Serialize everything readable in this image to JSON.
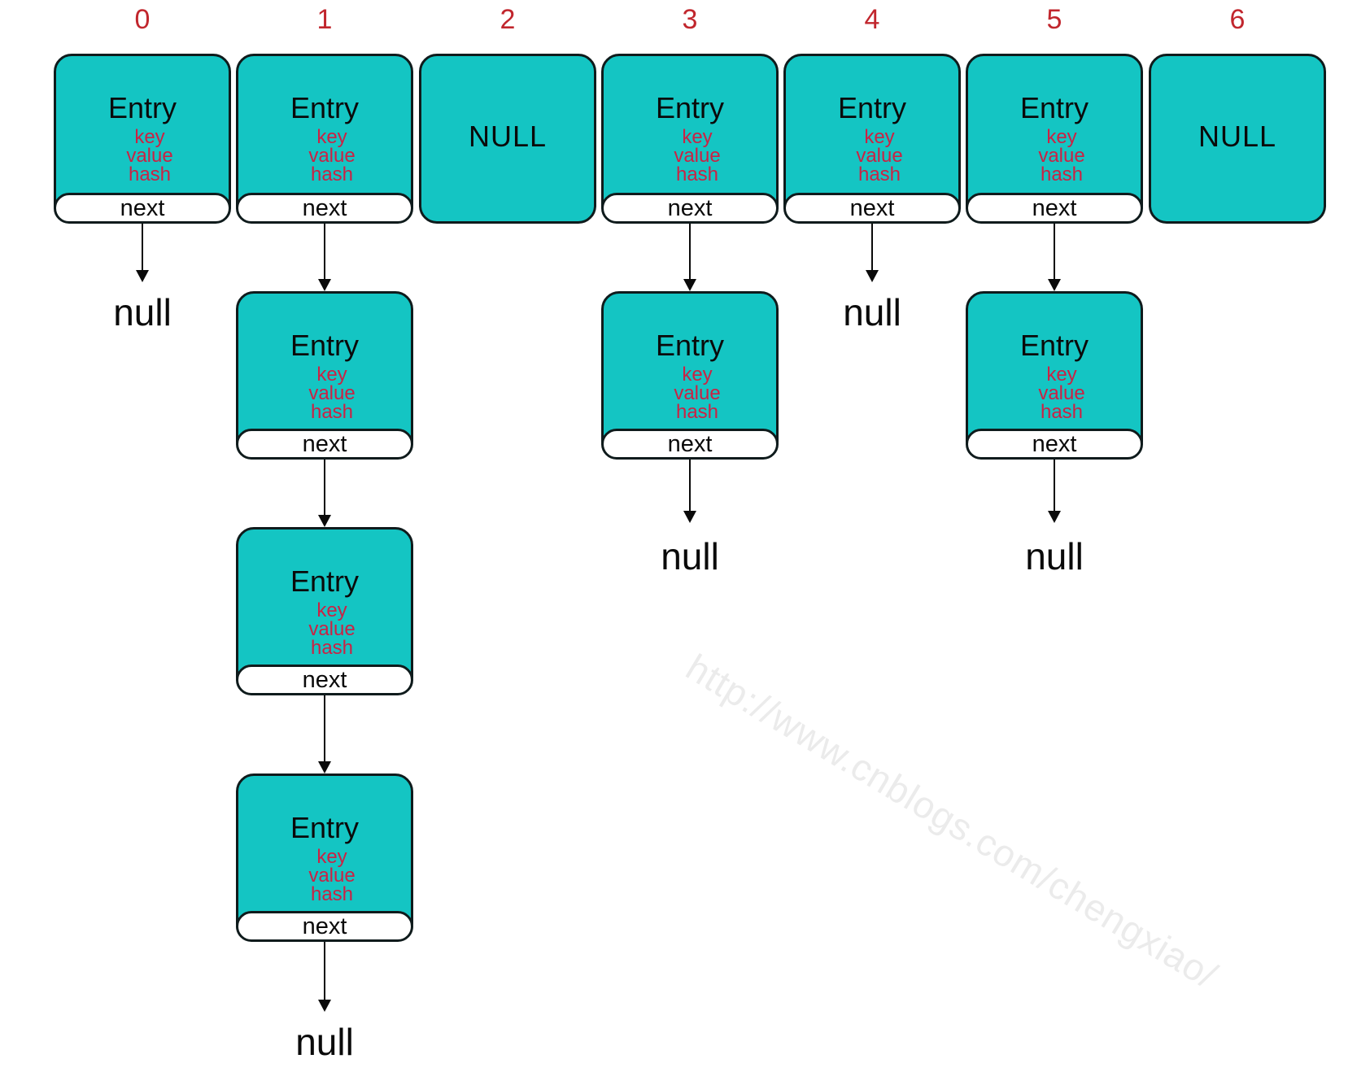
{
  "node": {
    "title": "Entry",
    "fields": [
      "key",
      "value",
      "hash"
    ],
    "next_label": "next"
  },
  "null_box_label": "NULL",
  "null_pointer_label": "null",
  "watermark": {
    "text": "http://www.cnblogs.com/chengxiao/"
  },
  "buckets": [
    {
      "index": "0",
      "content": "entry",
      "chained_entries": 0,
      "chain_ends_in": "null"
    },
    {
      "index": "1",
      "content": "entry",
      "chained_entries": 3,
      "chain_ends_in": "null"
    },
    {
      "index": "2",
      "content": "NULL",
      "chained_entries": 0
    },
    {
      "index": "3",
      "content": "entry",
      "chained_entries": 1,
      "chain_ends_in": "null"
    },
    {
      "index": "4",
      "content": "entry",
      "chained_entries": 0,
      "chain_ends_in": "null"
    },
    {
      "index": "5",
      "content": "entry",
      "chained_entries": 1,
      "chain_ends_in": "null"
    },
    {
      "index": "6",
      "content": "NULL",
      "chained_entries": 0
    }
  ],
  "colors": {
    "node_fill": "#14c5c3",
    "node_border": "#0f1b1c",
    "index_red": "#c1262d",
    "field_red": "#cb2244",
    "text_black": "#0a0a0a",
    "watermark_gray": "#ebebeb"
  }
}
